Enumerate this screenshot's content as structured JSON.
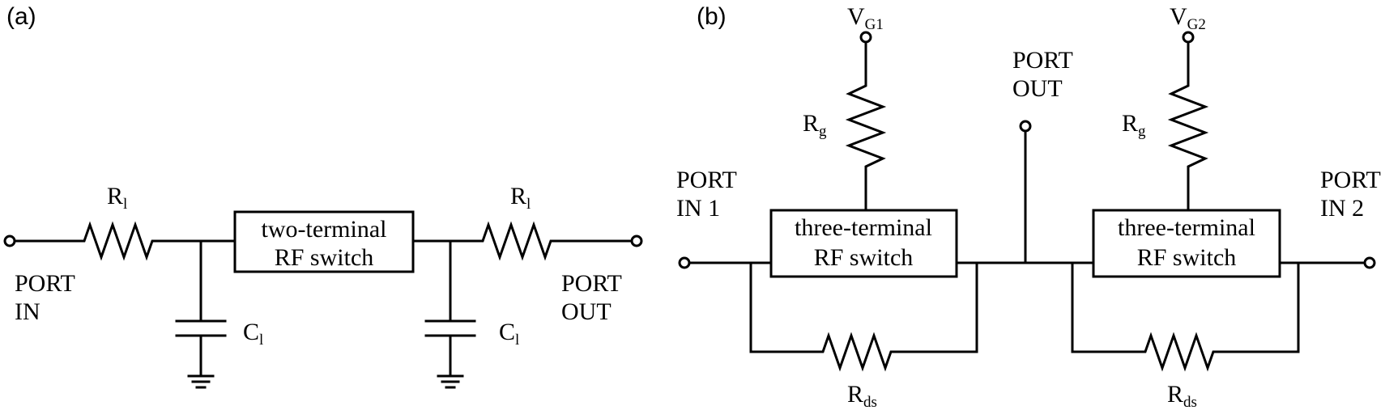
{
  "panel_a": {
    "tag": "(a)",
    "port_in": [
      "PORT",
      "IN"
    ],
    "port_out": [
      "PORT",
      "OUT"
    ],
    "resistor": {
      "main": "R",
      "sub": "l"
    },
    "capacitor": {
      "main": "C",
      "sub": "l"
    },
    "switch": [
      "two-terminal",
      "RF switch"
    ]
  },
  "panel_b": {
    "tag": "(b)",
    "port_in1": [
      "PORT",
      "IN 1"
    ],
    "port_in2": [
      "PORT",
      "IN 2"
    ],
    "port_out": [
      "PORT",
      "OUT"
    ],
    "vg1": {
      "main": "V",
      "sub": "G1"
    },
    "vg2": {
      "main": "V",
      "sub": "G2"
    },
    "rg": {
      "main": "R",
      "sub": "g"
    },
    "rds": {
      "main": "R",
      "sub": "ds"
    },
    "switch": [
      "three-terminal",
      "RF switch"
    ]
  }
}
